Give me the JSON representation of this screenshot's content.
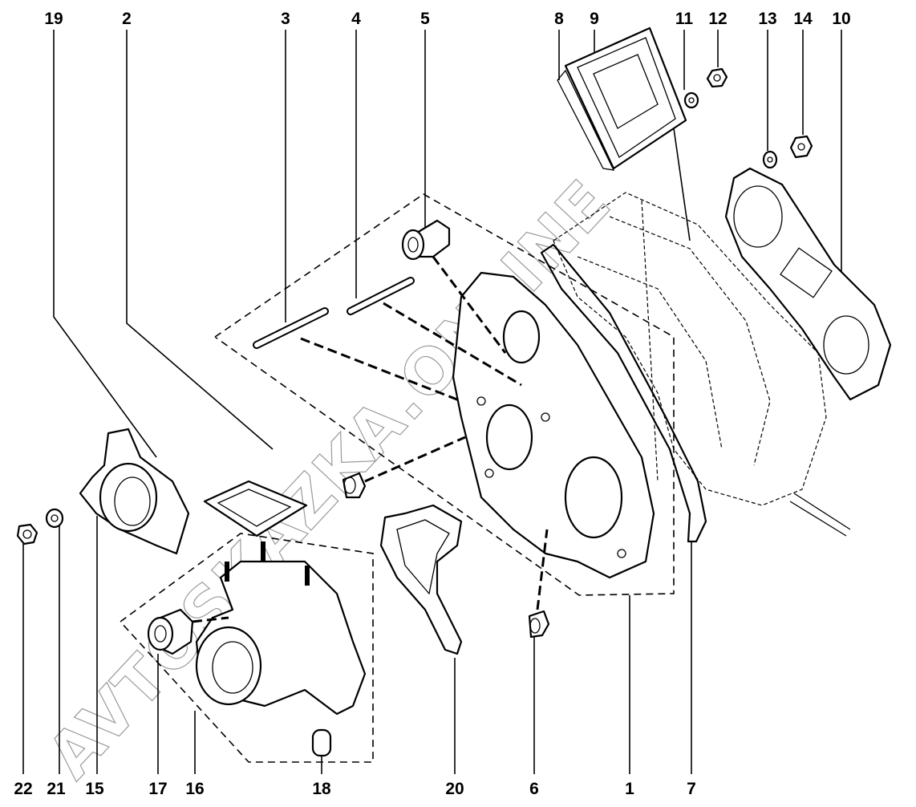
{
  "diagram": {
    "type": "exploded-parts-diagram",
    "subject": "timing cover assembly",
    "watermark": "AVTOSKAZKA.ONLINE",
    "callouts_top": [
      {
        "number": "19"
      },
      {
        "number": "2"
      },
      {
        "number": "3"
      },
      {
        "number": "4"
      },
      {
        "number": "5"
      },
      {
        "number": "8"
      },
      {
        "number": "9"
      },
      {
        "number": "11"
      },
      {
        "number": "12"
      },
      {
        "number": "13"
      },
      {
        "number": "14"
      },
      {
        "number": "10"
      }
    ],
    "callouts_bottom": [
      {
        "number": "22"
      },
      {
        "number": "21"
      },
      {
        "number": "15"
      },
      {
        "number": "17"
      },
      {
        "number": "16"
      },
      {
        "number": "18"
      },
      {
        "number": "20"
      },
      {
        "number": "6"
      },
      {
        "number": "1"
      },
      {
        "number": "7"
      }
    ]
  }
}
